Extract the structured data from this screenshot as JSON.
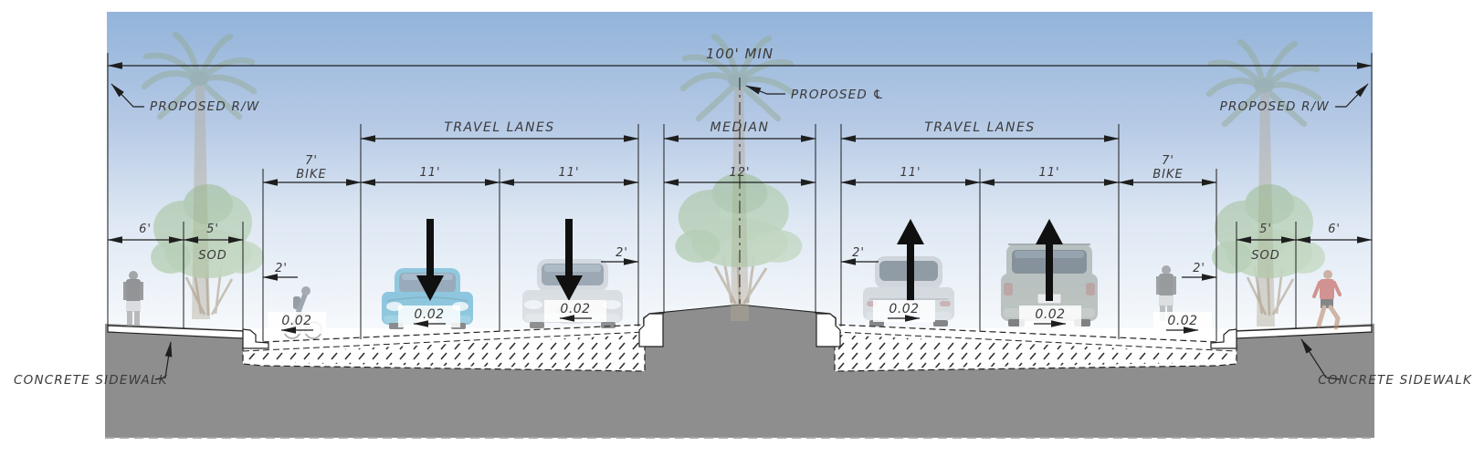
{
  "diagram_type": "roadway-cross-section",
  "labels": {
    "proposed_rw": "PROPOSED R/W",
    "proposed_cl": "PROPOSED ℄",
    "concrete_sidewalk": "CONCRETE SIDEWALK",
    "travel_lanes": "TRAVEL LANES",
    "median": "MEDIAN",
    "bike": "BIKE",
    "sod": "SOD"
  },
  "dimensions": {
    "overall": "100' MIN",
    "sidewalk": "6'",
    "sod": "5'",
    "bike": "7'",
    "lane": "11'",
    "median": "12'",
    "offset": "2'",
    "slope": "0.02"
  },
  "colors": {
    "sky_top": "#93b4da",
    "sky_bottom": "#f6f9fc",
    "ground": "#8e8e8e",
    "linework": "#1e1e1e",
    "car_teal": "#3ea2c8",
    "car_silver": "#c9ced3",
    "car_suv": "#98a29b",
    "jogger_shirt": "#c0534e"
  }
}
